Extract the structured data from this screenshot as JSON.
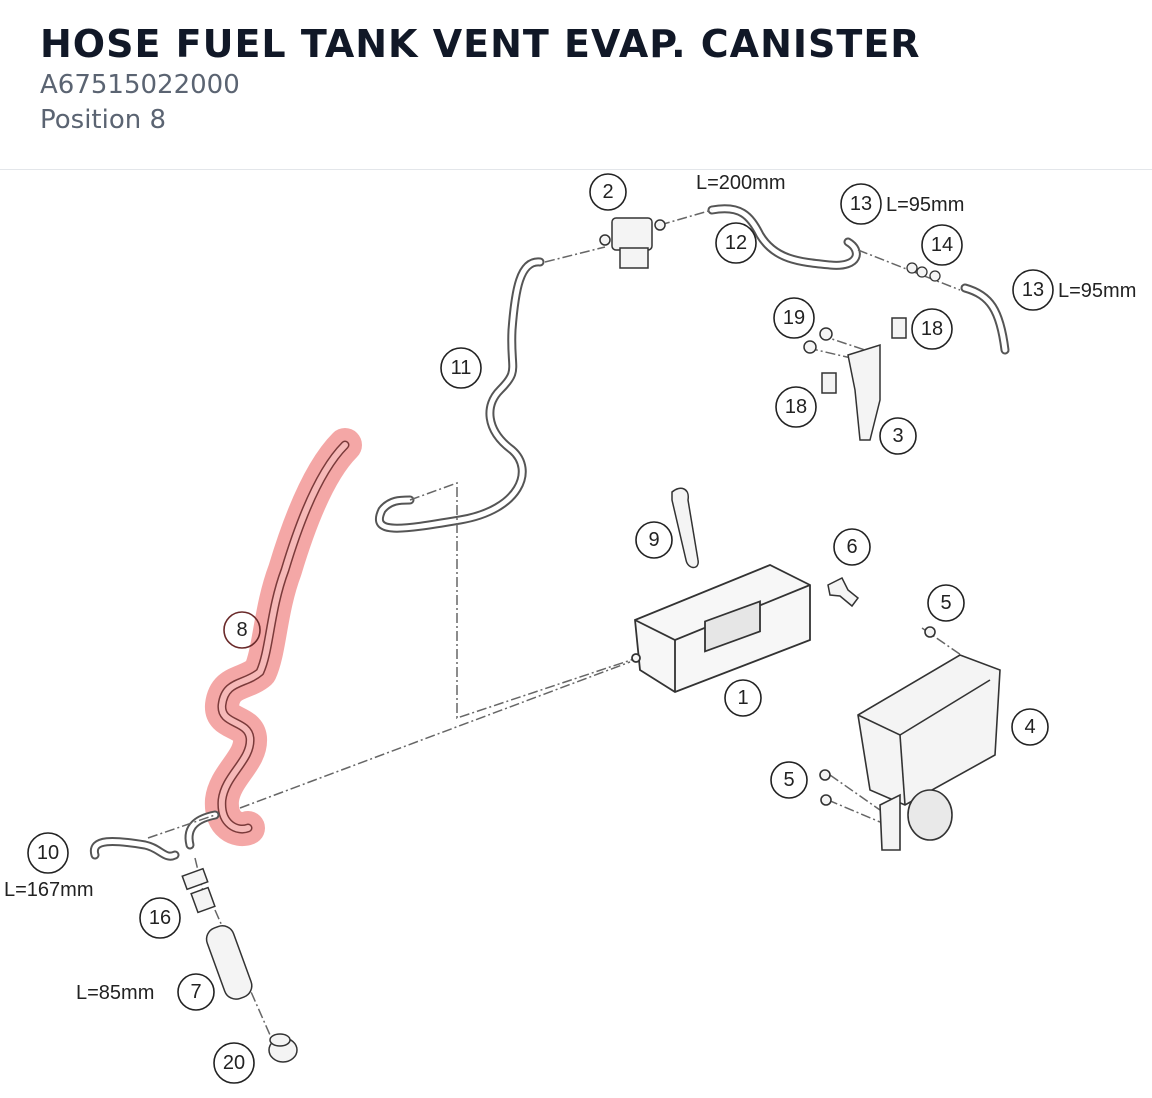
{
  "header": {
    "title": "HOSE FUEL TANK VENT EVAP. CANISTER",
    "part_number": "A67515022000",
    "position": "Position 8"
  },
  "colors": {
    "highlight": "#f08a88",
    "line": "#555555",
    "text": "#111827",
    "subtext": "#5b6472"
  },
  "diagram": {
    "callouts": {
      "c1": "1",
      "c2": "2",
      "c3": "3",
      "c4": "4",
      "c5a": "5",
      "c5b": "5",
      "c6": "6",
      "c7": "7",
      "c8": "8",
      "c9": "9",
      "c10": "10",
      "c11": "11",
      "c12": "12",
      "c13a": "13",
      "c13b": "13",
      "c14": "14",
      "c16": "16",
      "c18a": "18",
      "c18b": "18",
      "c19": "19",
      "c20": "20"
    },
    "length_labels": {
      "l12": "L=200mm",
      "l13a": "L=95mm",
      "l13b": "L=95mm",
      "l10": "L=167mm",
      "l7": "L=85mm"
    },
    "highlighted_position": "8"
  }
}
